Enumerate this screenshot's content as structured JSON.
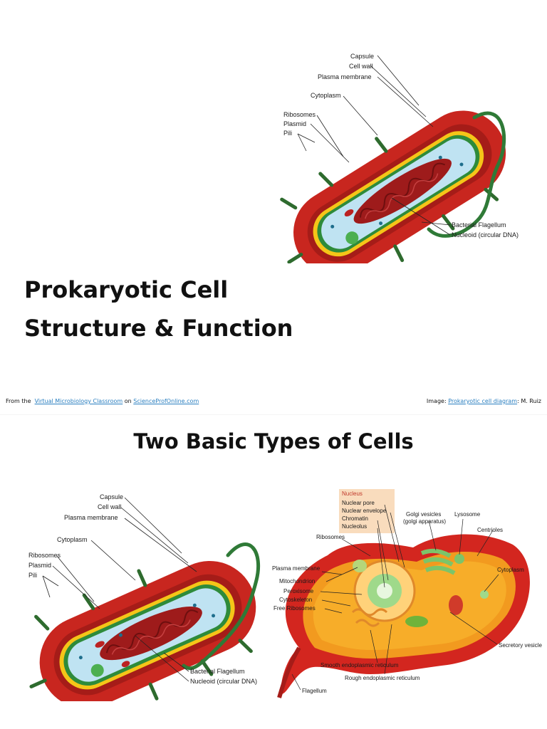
{
  "slide1": {
    "title_line1": "Prokaryotic Cell",
    "title_line2": "Structure & Function",
    "diagram_labels": {
      "capsule": "Capsule",
      "cell_wall": "Cell wall",
      "plasma_membrane": "Plasma membrane",
      "cytoplasm": "Cytoplasm",
      "ribosomes": "Ribosomes",
      "plasmid": "Plasmid",
      "pili": "Pili",
      "bacterial_flagellum": "Bacterial Flagellum",
      "nucleoid": "Nucleoid (circular DNA)"
    },
    "credits": {
      "from_text": "From the",
      "link1": "Virtual Microbiology Classroom",
      "on_text": "on",
      "link2": "ScienceProfOnline.com",
      "image_text": "Image:",
      "link3": "Prokaryotic cell diagram",
      "author": ": M. Ruiz"
    }
  },
  "slide2": {
    "title": "Two Basic Types of Cells",
    "prokaryote_labels": {
      "capsule": "Capsule",
      "cell_wall": "Cell wall",
      "plasma_membrane": "Plasma membrane",
      "cytoplasm": "Cytoplasm",
      "ribosomes": "Ribosomes",
      "plasmid": "Plasmid",
      "pili": "Pili",
      "bacterial_flagellum": "Bacterial Flagellum",
      "nucleoid": "Nucleoid (circular DNA)"
    },
    "eukaryote_labels": {
      "nucleus": "Nucleus",
      "nuclear_pore": "Nuclear pore",
      "nuclear_envelope": "Nuclear envelope",
      "chromatin": "Chromatin",
      "nucleolus": "Nucleolus",
      "ribosomes": "Ribosomes",
      "golgi_vesicles": "Golgi vesicles",
      "golgi_apparatus": "(golgi apparatus)",
      "lysosome": "Lysosome",
      "centrioles": "Centrioles",
      "plasma_membrane": "Plasma membrane",
      "mitochondrion": "Mitochondrion",
      "peroxisome": "Peroxisome",
      "cytoskeleton": "Cytoskeleton",
      "free_ribosomes": "Free Ribosomes",
      "cytoplasm": "Cytoplasm",
      "secretory_vesicle": "Secretory vesicle",
      "smooth_er": "Smooth endoplasmic reticulum",
      "rough_er": "Rough endoplasmic reticulum",
      "flagellum": "Flagellum"
    }
  },
  "colors": {
    "capsule_red": "#c8261f",
    "wall_yellow": "#f5c518",
    "membrane_green": "#2e8b3a",
    "cytoplasm_blue": "#bfe3f2",
    "nucleoid_red": "#9e1b1b",
    "link_blue": "#2a7fc0",
    "eukaryote_red": "#d3261f",
    "eukaryote_orange": "#f29a1f"
  }
}
